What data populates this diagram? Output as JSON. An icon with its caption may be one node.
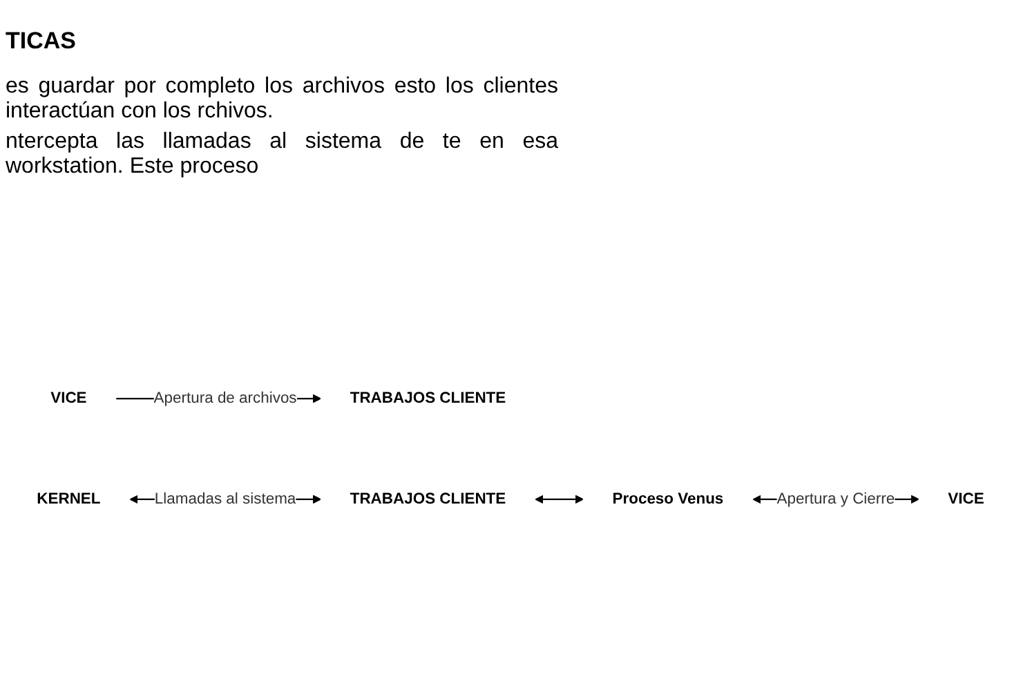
{
  "diagram": {
    "nodes": [
      {
        "text": [
          "VICE"
        ]
      },
      {
        "text": [
          "TRABAJOS CLIENTE"
        ]
      },
      {
        "text": [
          "KERNEL"
        ]
      },
      {
        "text": [
          "TRABAJOS CLIENTE"
        ]
      },
      {
        "text": [
          "Proceso Venus"
        ]
      },
      {
        "text": [
          "VICE"
        ]
      }
    ],
    "edges": [
      {
        "from": 0,
        "to": 1,
        "arrow": "to",
        "label": "Apertura de archivos"
      },
      {
        "from": 2,
        "to": 3,
        "arrow": "both",
        "label": "Llamadas al sistema"
      },
      {
        "from": 3,
        "to": 4,
        "arrow": "both"
      },
      {
        "from": 4,
        "to": 5,
        "arrow": "both",
        "label": "Apertura y Cierre"
      }
    ],
    "labels": [
      "TICAS",
      "es guardar por completo los archivos esto los clientes interactúan con los rchivos.",
      "ntercepta las llamadas al sistema de te en esa workstation. Este proceso"
    ]
  }
}
